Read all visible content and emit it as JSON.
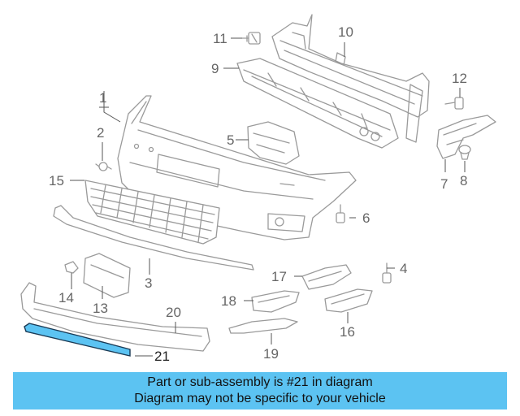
{
  "callouts": {
    "n1": "1",
    "n2": "2",
    "n3": "3",
    "n4": "4",
    "n5": "5",
    "n6": "6",
    "n7": "7",
    "n8": "8",
    "n9": "9",
    "n10": "10",
    "n11": "11",
    "n12": "12",
    "n13": "13",
    "n14": "14",
    "n15": "15",
    "n16": "16",
    "n17": "17",
    "n18": "18",
    "n19": "19",
    "n20": "20",
    "n21": "21"
  },
  "selected_callout": "21",
  "banner": {
    "line1": "Part or sub-assembly is #21 in diagram",
    "line2": "Diagram may not be specific to your vehicle"
  },
  "colors": {
    "highlight": "#5cc3f2",
    "banner_bg": "#5cc3f2",
    "line_art": "#9a9a9a"
  }
}
